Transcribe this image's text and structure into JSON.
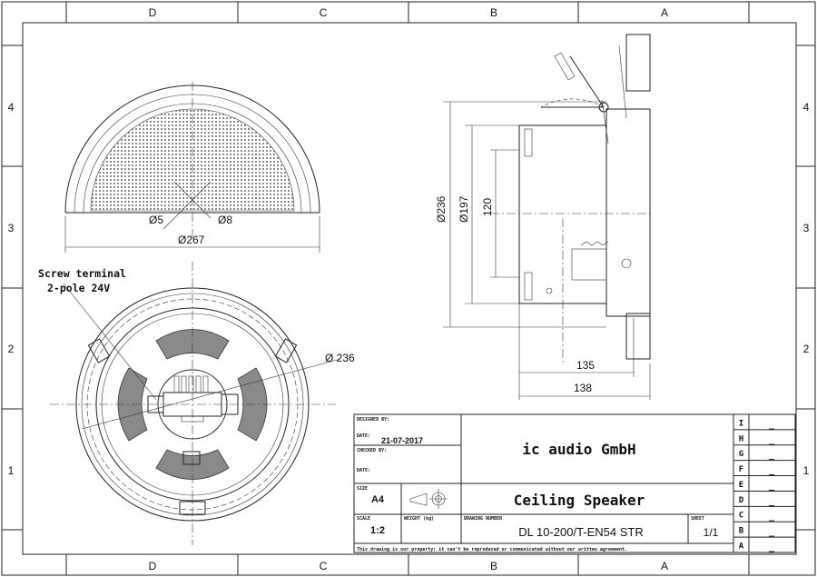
{
  "frame": {
    "columns_top": [
      "D",
      "C",
      "B",
      "A"
    ],
    "columns_bottom": [
      "D",
      "C",
      "B",
      "A"
    ],
    "rows_left": [
      "4",
      "3",
      "2",
      "1"
    ],
    "rows_right": [
      "4",
      "3",
      "2",
      "1"
    ]
  },
  "top_view": {
    "dim_overall": "Ø267",
    "dim_hole1": "Ø5",
    "dim_hole2": "Ø8"
  },
  "front_view": {
    "callout_line1": "Screw terminal",
    "callout_line2": "2-pole 24V",
    "dim_diameter": "Ø 236"
  },
  "side_view": {
    "dim_outer": "Ø236",
    "dim_cutout": "Ø197",
    "dim_height": "120",
    "dim_depth1": "135",
    "dim_depth2": "138"
  },
  "title_block": {
    "designed_by_label": "DESIGNED BY:",
    "date_label": "DATE:",
    "date_value": "21-07-2017",
    "checked_by_label": "CHECKED BY:",
    "date2_label": "DATE:",
    "company": "ic audio GmbH",
    "size_label": "SIZE",
    "size_value": "A4",
    "title": "Ceiling Speaker",
    "scale_label": "SCALE",
    "scale_value": "1:2",
    "weight_label": "WEIGHT (kg)",
    "drawing_number_label": "DRAWING NUMBER",
    "drawing_number": "DL 10-200/T-EN54 STR",
    "sheet_label": "SHEET",
    "sheet_value": "1/1",
    "notice": "This drawing is our property; it can't be reproduced or communicated without our written agreement.",
    "revisions": [
      {
        "letter": "I",
        "value": "_"
      },
      {
        "letter": "H",
        "value": "_"
      },
      {
        "letter": "G",
        "value": "_"
      },
      {
        "letter": "F",
        "value": "_"
      },
      {
        "letter": "E",
        "value": "_"
      },
      {
        "letter": "D",
        "value": "_"
      },
      {
        "letter": "C",
        "value": "_"
      },
      {
        "letter": "B",
        "value": "_"
      },
      {
        "letter": "A",
        "value": "_"
      }
    ]
  }
}
